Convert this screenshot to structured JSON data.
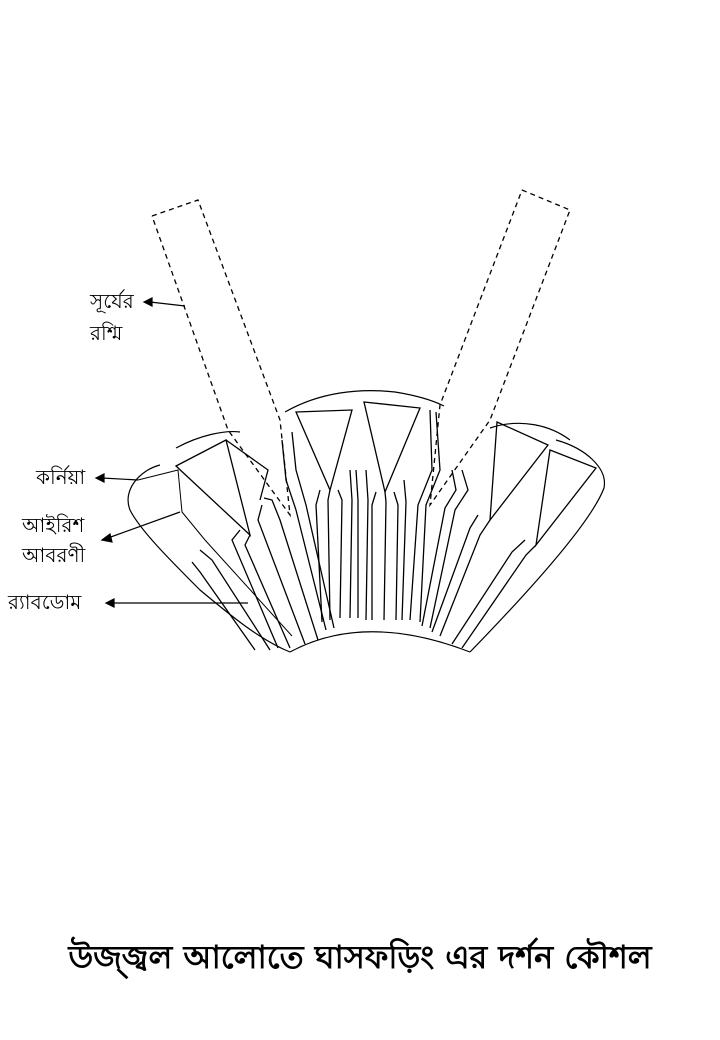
{
  "labels": {
    "sun_rays_line1": "সূর্যের",
    "sun_rays_line2": "রশ্মি",
    "cornea": "কর্নিয়া",
    "iris_sheath_line1": "আইরিশ",
    "iris_sheath_line2": "আবরণী",
    "rhabdom": "র‍্যাবডোম"
  },
  "caption": "উজ্জ্বল আলোতে ঘাসফড়িং এর দর্শন কৌশল",
  "colors": {
    "line": "#000000",
    "background": "#ffffff"
  }
}
